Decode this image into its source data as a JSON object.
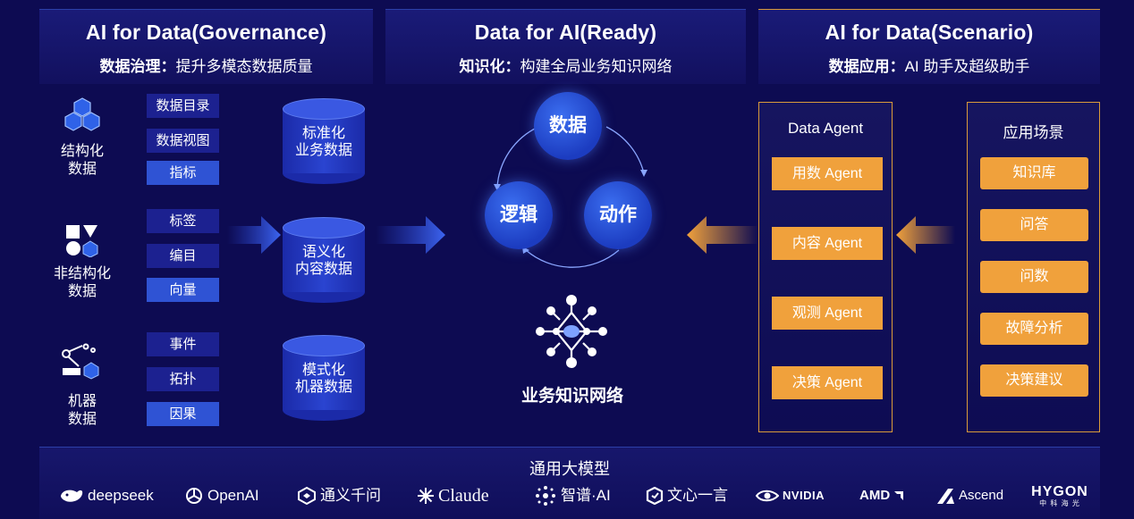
{
  "columns": {
    "governance": {
      "title": "AI for Data(Governance)",
      "sub_bold": "数据治理：",
      "sub_rest": "提升多模态数据质量"
    },
    "ready": {
      "title": "Data for AI(Ready)",
      "sub_bold": "知识化：",
      "sub_rest": "构建全局业务知识网络"
    },
    "scenario": {
      "title": "AI for Data(Scenario)",
      "sub_bold": "数据应用：",
      "sub_rest": "AI 助手及超级助手"
    }
  },
  "left": {
    "groups": [
      {
        "label1": "结构化",
        "label2": "数据",
        "icon": "cubes-icon",
        "tags": [
          "数据目录",
          "数据视图",
          "指标"
        ]
      },
      {
        "label1": "非结构化",
        "label2": "数据",
        "icon": "shapes-icon",
        "tags": [
          "标签",
          "编目",
          "向量"
        ]
      },
      {
        "label1": "机器",
        "label2": "数据",
        "icon": "robot-arm-icon",
        "tags": [
          "事件",
          "拓扑",
          "因果"
        ]
      }
    ],
    "cylinders": [
      {
        "l1": "标准化",
        "l2": "业务数据"
      },
      {
        "l1": "语义化",
        "l2": "内容数据"
      },
      {
        "l1": "模式化",
        "l2": "机器数据"
      }
    ]
  },
  "center": {
    "circles": [
      "数据",
      "逻辑",
      "动作"
    ],
    "network_label": "业务知识网络"
  },
  "agents": {
    "title": "Data Agent",
    "items": [
      "用数 Agent",
      "内容 Agent",
      "观测 Agent",
      "决策 Agent"
    ]
  },
  "scenarios": {
    "title": "应用场景",
    "items": [
      "知识库",
      "问答",
      "问数",
      "故障分析",
      "决策建议"
    ]
  },
  "bottom": {
    "title": "通用大模型",
    "logos": [
      "deepseek",
      "OpenAI",
      "通义千问",
      "Claude",
      "智谱·AI",
      "文心一言",
      "NVIDIA",
      "AMD",
      "Ascend",
      "HYGON",
      "中 科 海 光"
    ]
  },
  "colors": {
    "background": "#0d0b52",
    "blue": "#2f53d4",
    "orange": "#f0a13c"
  }
}
